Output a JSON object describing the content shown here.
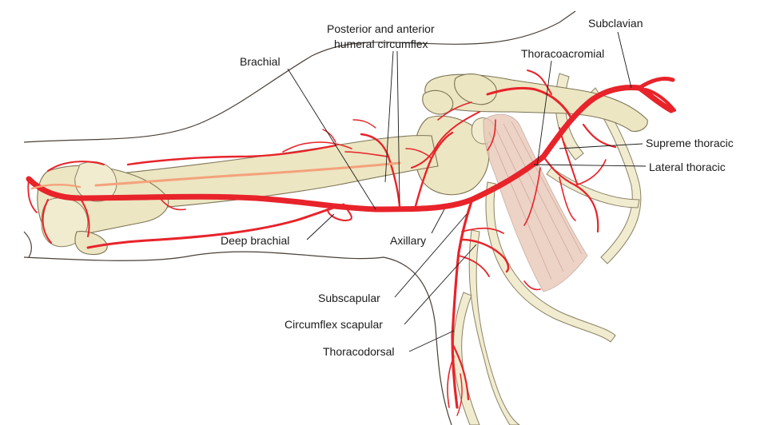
{
  "labels": {
    "subclavian": "Subclavian",
    "posterior_anterior_humeral_circumflex_line1": "Posterior and anterior",
    "posterior_anterior_humeral_circumflex_line2": "humeral circumflex",
    "brachial": "Brachial",
    "thoracoacromial": "Thoracoacromial",
    "supreme_thoracic": "Supreme thoracic",
    "lateral_thoracic": "Lateral thoracic",
    "deep_brachial": "Deep brachial",
    "axillary": "Axillary",
    "subscapular": "Subscapular",
    "circumflex_scapular": "Circumflex scapular",
    "thoracodorsal": "Thoracodorsal"
  },
  "colors": {
    "artery": "#e8232a",
    "bone": "#ece6c2",
    "outline": "#4a4038",
    "label_text": "#1a1a1a"
  }
}
